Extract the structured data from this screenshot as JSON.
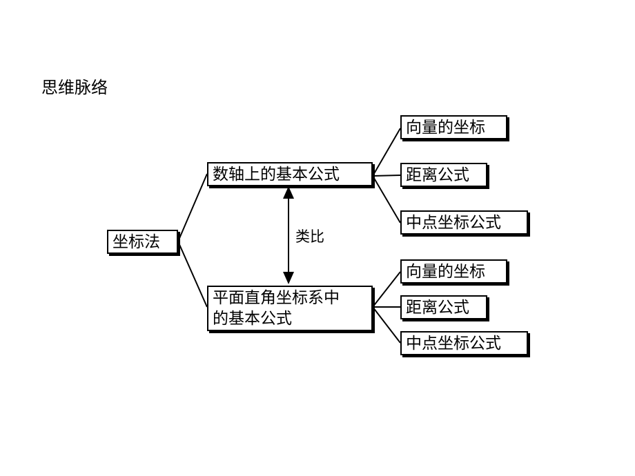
{
  "title": "思维脉络",
  "root": "坐标法",
  "branch1": {
    "label": "数轴上的基本公式",
    "leaves": [
      "向量的坐标",
      "距离公式",
      "中点坐标公式"
    ]
  },
  "branch2": {
    "label_line1": "平面直角坐标系中",
    "label_line2": "的基本公式",
    "leaves": [
      "向量的坐标",
      "距离公式",
      "中点坐标公式"
    ]
  },
  "relation": "类比"
}
